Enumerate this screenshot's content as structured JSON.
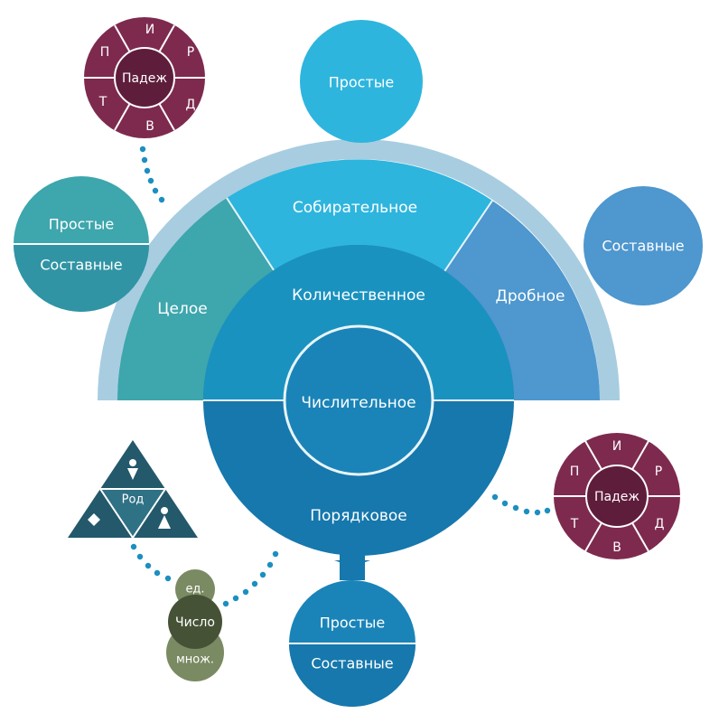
{
  "center": "Числительное",
  "ordinal": "Порядковое",
  "quantitative": "Количественное",
  "whole": "Целое",
  "collective": "Собирательное",
  "fractional": "Дробное",
  "top_simple": "Простые",
  "left_simple": "Простые",
  "left_compound": "Составные",
  "right_compound": "Составные",
  "bottom_simple": "Простые",
  "bottom_compound": "Составные",
  "case_top": {
    "title": "Падеж",
    "letters": [
      "И",
      "Р",
      "Д",
      "В",
      "Т",
      "П"
    ]
  },
  "case_right": {
    "title": "Падеж",
    "letters": [
      "И",
      "Р",
      "Д",
      "В",
      "Т",
      "П"
    ]
  },
  "gender": {
    "title": "Род"
  },
  "number": {
    "title": "Число",
    "singular": "ед.",
    "plural": "множ."
  },
  "colors": {
    "outer_arc": "#a8cde0",
    "whole": "#3ea6ad",
    "collective": "#2eb5de",
    "fractional": "#4e97cf",
    "quantitative": "#1a92c0",
    "ordinal": "#1678ad",
    "case": "#7e2a4f",
    "gender": "#24586b",
    "number": "#5a6a45"
  }
}
